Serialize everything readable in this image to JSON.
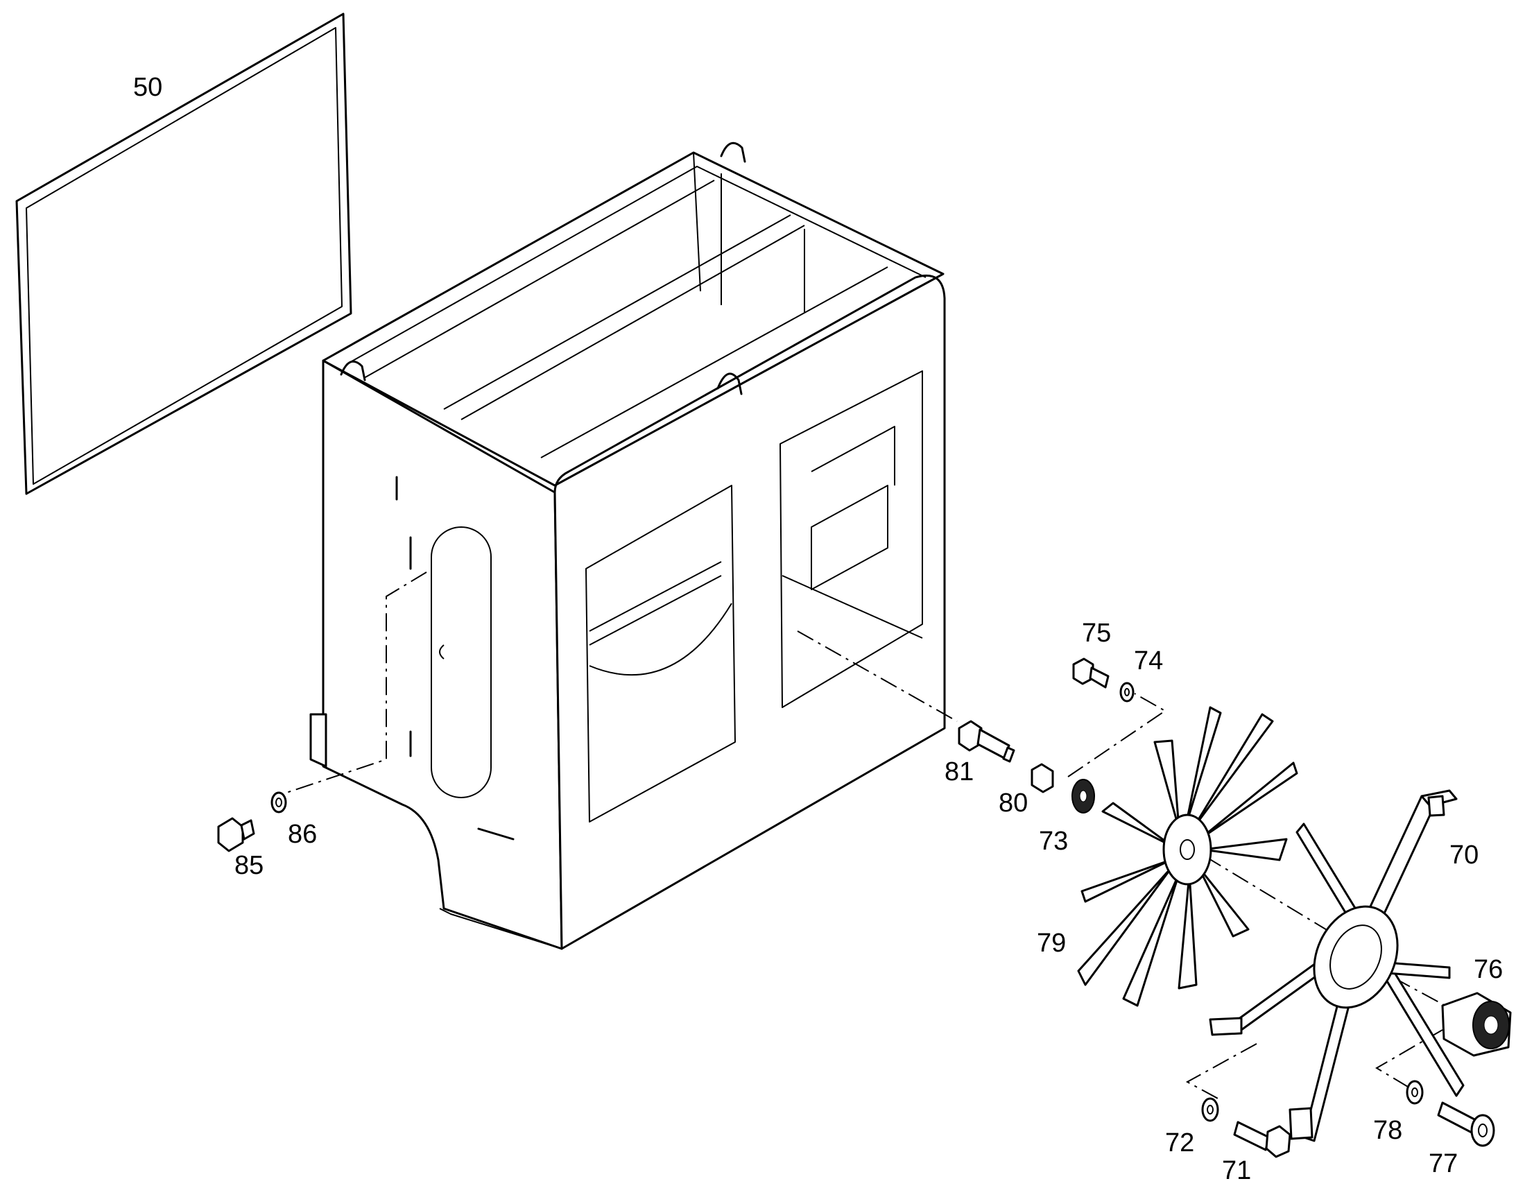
{
  "labels": {
    "gasket": "50",
    "fan_shroud": "70",
    "bolt_71": "71",
    "washer_72": "72",
    "hub_73": "73",
    "washer_74": "74",
    "bolt_75": "75",
    "motor_76": "76",
    "bolt_77": "77",
    "washer_78": "78",
    "fan_79": "79",
    "spacer_80": "80",
    "bolt_81": "81",
    "bolt_85": "85",
    "washer_86": "86"
  }
}
